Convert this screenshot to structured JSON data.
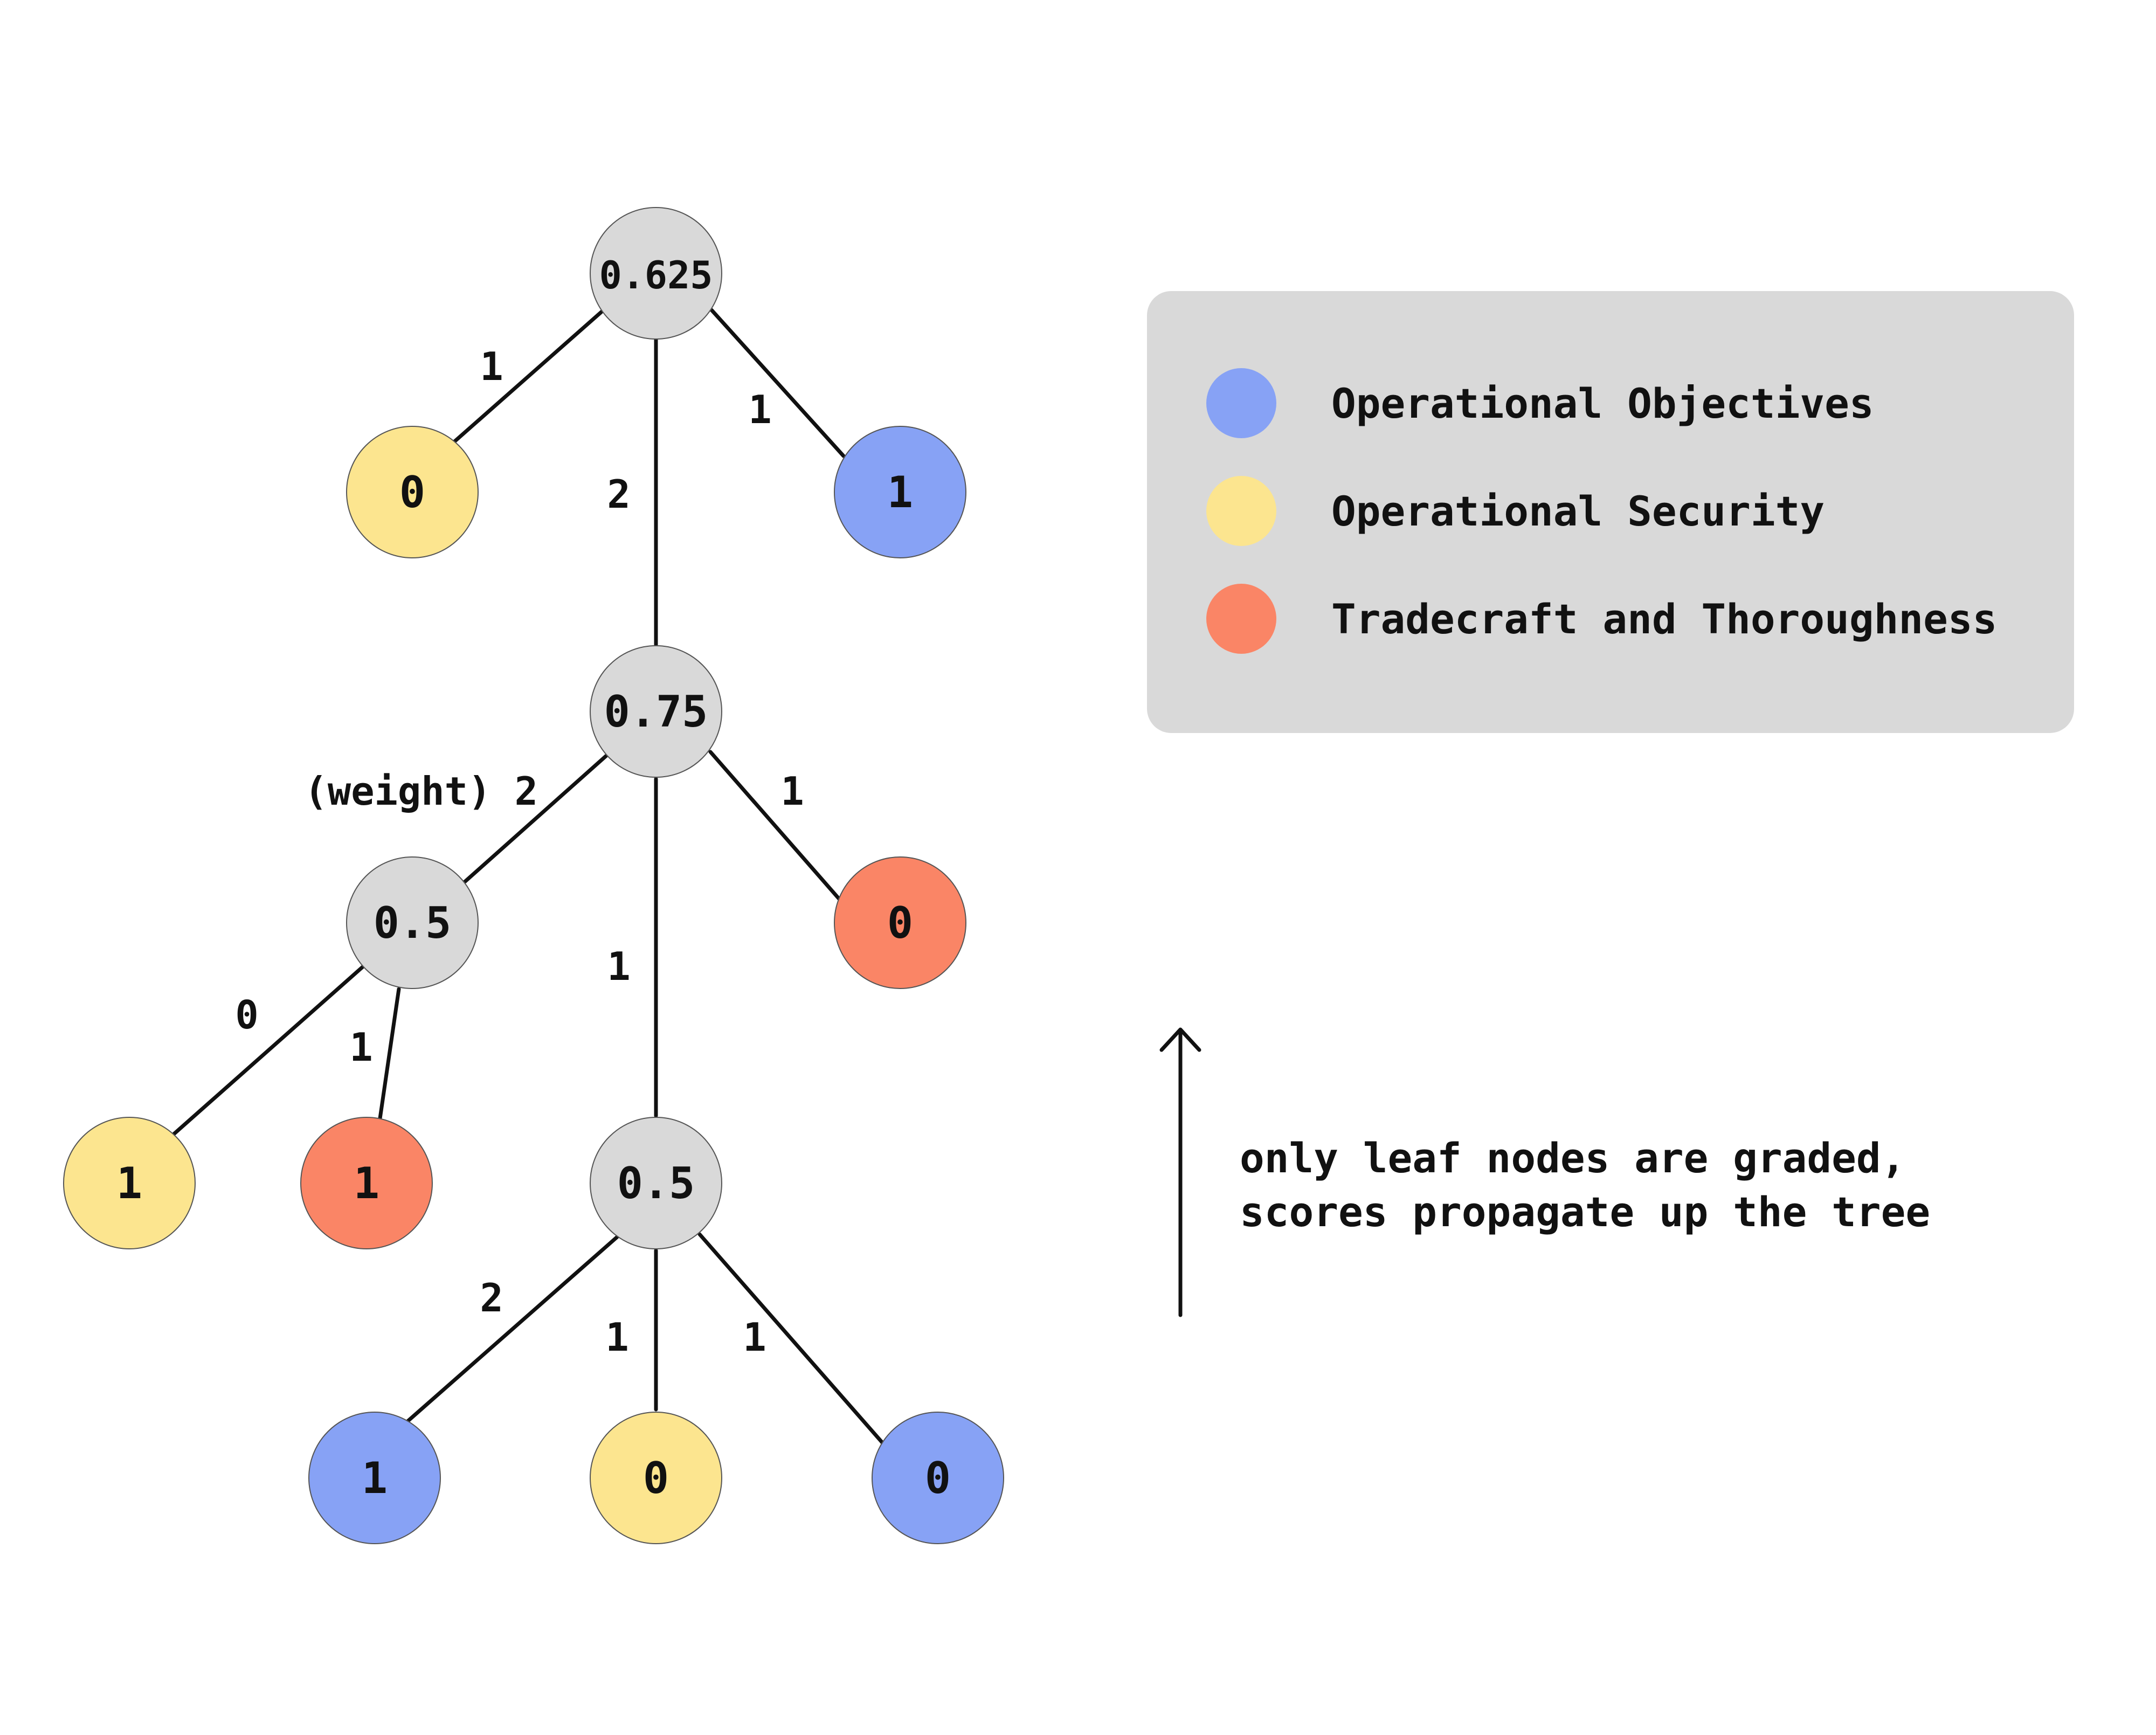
{
  "colors": {
    "inner": "#d9d9d9",
    "operational_objectives": "#87a2f5",
    "operational_security": "#fce58f",
    "tradecraft_and_thoroughness": "#fa8566",
    "legend_background": "#d9d9d9"
  },
  "nodes": {
    "root": "0.625",
    "root_left_leaf": "0",
    "root_right_leaf": "1",
    "mid": "0.75",
    "mid_right_leaf": "0",
    "left_sub": "0.5",
    "left_sub_leaf_a": "1",
    "left_sub_leaf_b": "1",
    "low_sub": "0.5",
    "low_leaf_a": "1",
    "low_leaf_b": "0",
    "low_leaf_c": "0"
  },
  "edges": {
    "root_to_left": "1",
    "root_to_mid": "2",
    "root_to_right": "1",
    "mid_to_left_sub": "(weight) 2",
    "mid_to_low_sub": "1",
    "mid_to_right": "1",
    "left_sub_to_a": "0",
    "left_sub_to_b": "1",
    "low_sub_to_a": "2",
    "low_sub_to_b": "1",
    "low_sub_to_c": "1"
  },
  "legend": {
    "items": [
      {
        "label": "Operational Objectives",
        "color": "#87a2f5"
      },
      {
        "label": "Operational Security",
        "color": "#fce58f"
      },
      {
        "label": "Tradecraft and Thoroughness",
        "color": "#fa8566"
      }
    ]
  },
  "note": {
    "line1": "only leaf nodes are graded,",
    "line2": "scores propagate up the tree"
  }
}
